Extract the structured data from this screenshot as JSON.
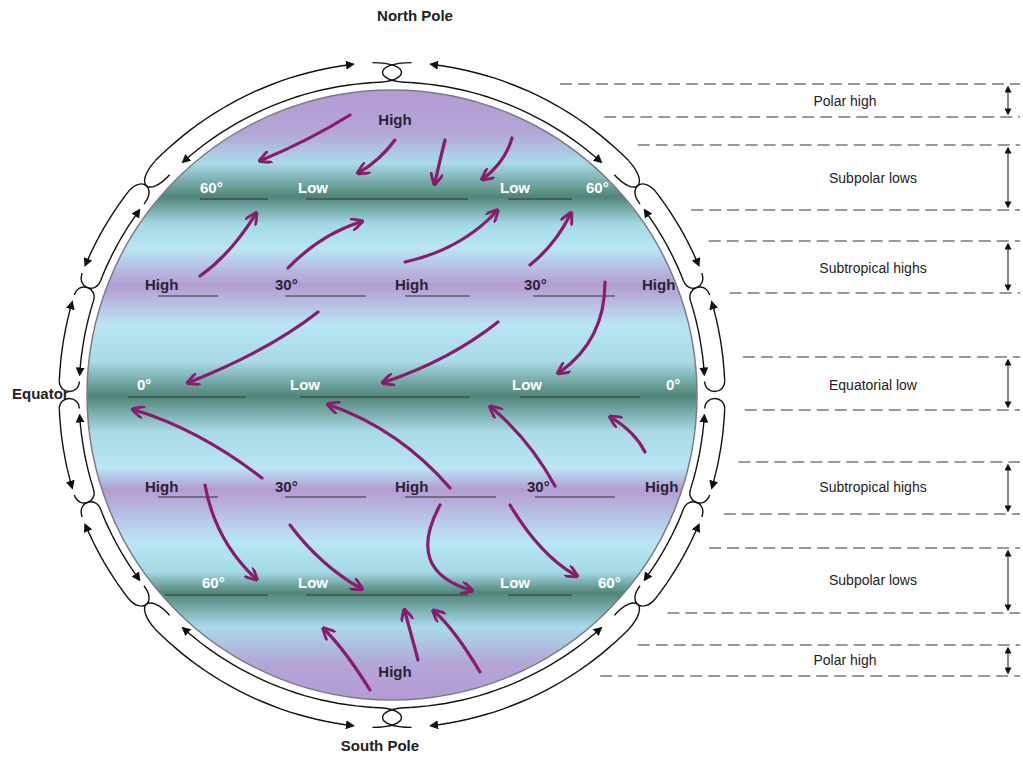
{
  "diagram": {
    "labels": [
      "North Pole",
      "Polar high",
      "High",
      "Subpolar lows",
      "60°",
      "Low",
      "Low",
      "60°",
      "Subtropical highs",
      "High",
      "30°",
      "High",
      "30°",
      "High",
      "Equator",
      "0°",
      "Low",
      "Low",
      "0°",
      "Equatorial low",
      "High",
      "30°",
      "High",
      "30°",
      "High",
      "Subtropical highs",
      "60°",
      "Low",
      "Low",
      "60°",
      "Subpolar lows",
      "High",
      "Polar high",
      "South Pole"
    ]
  }
}
